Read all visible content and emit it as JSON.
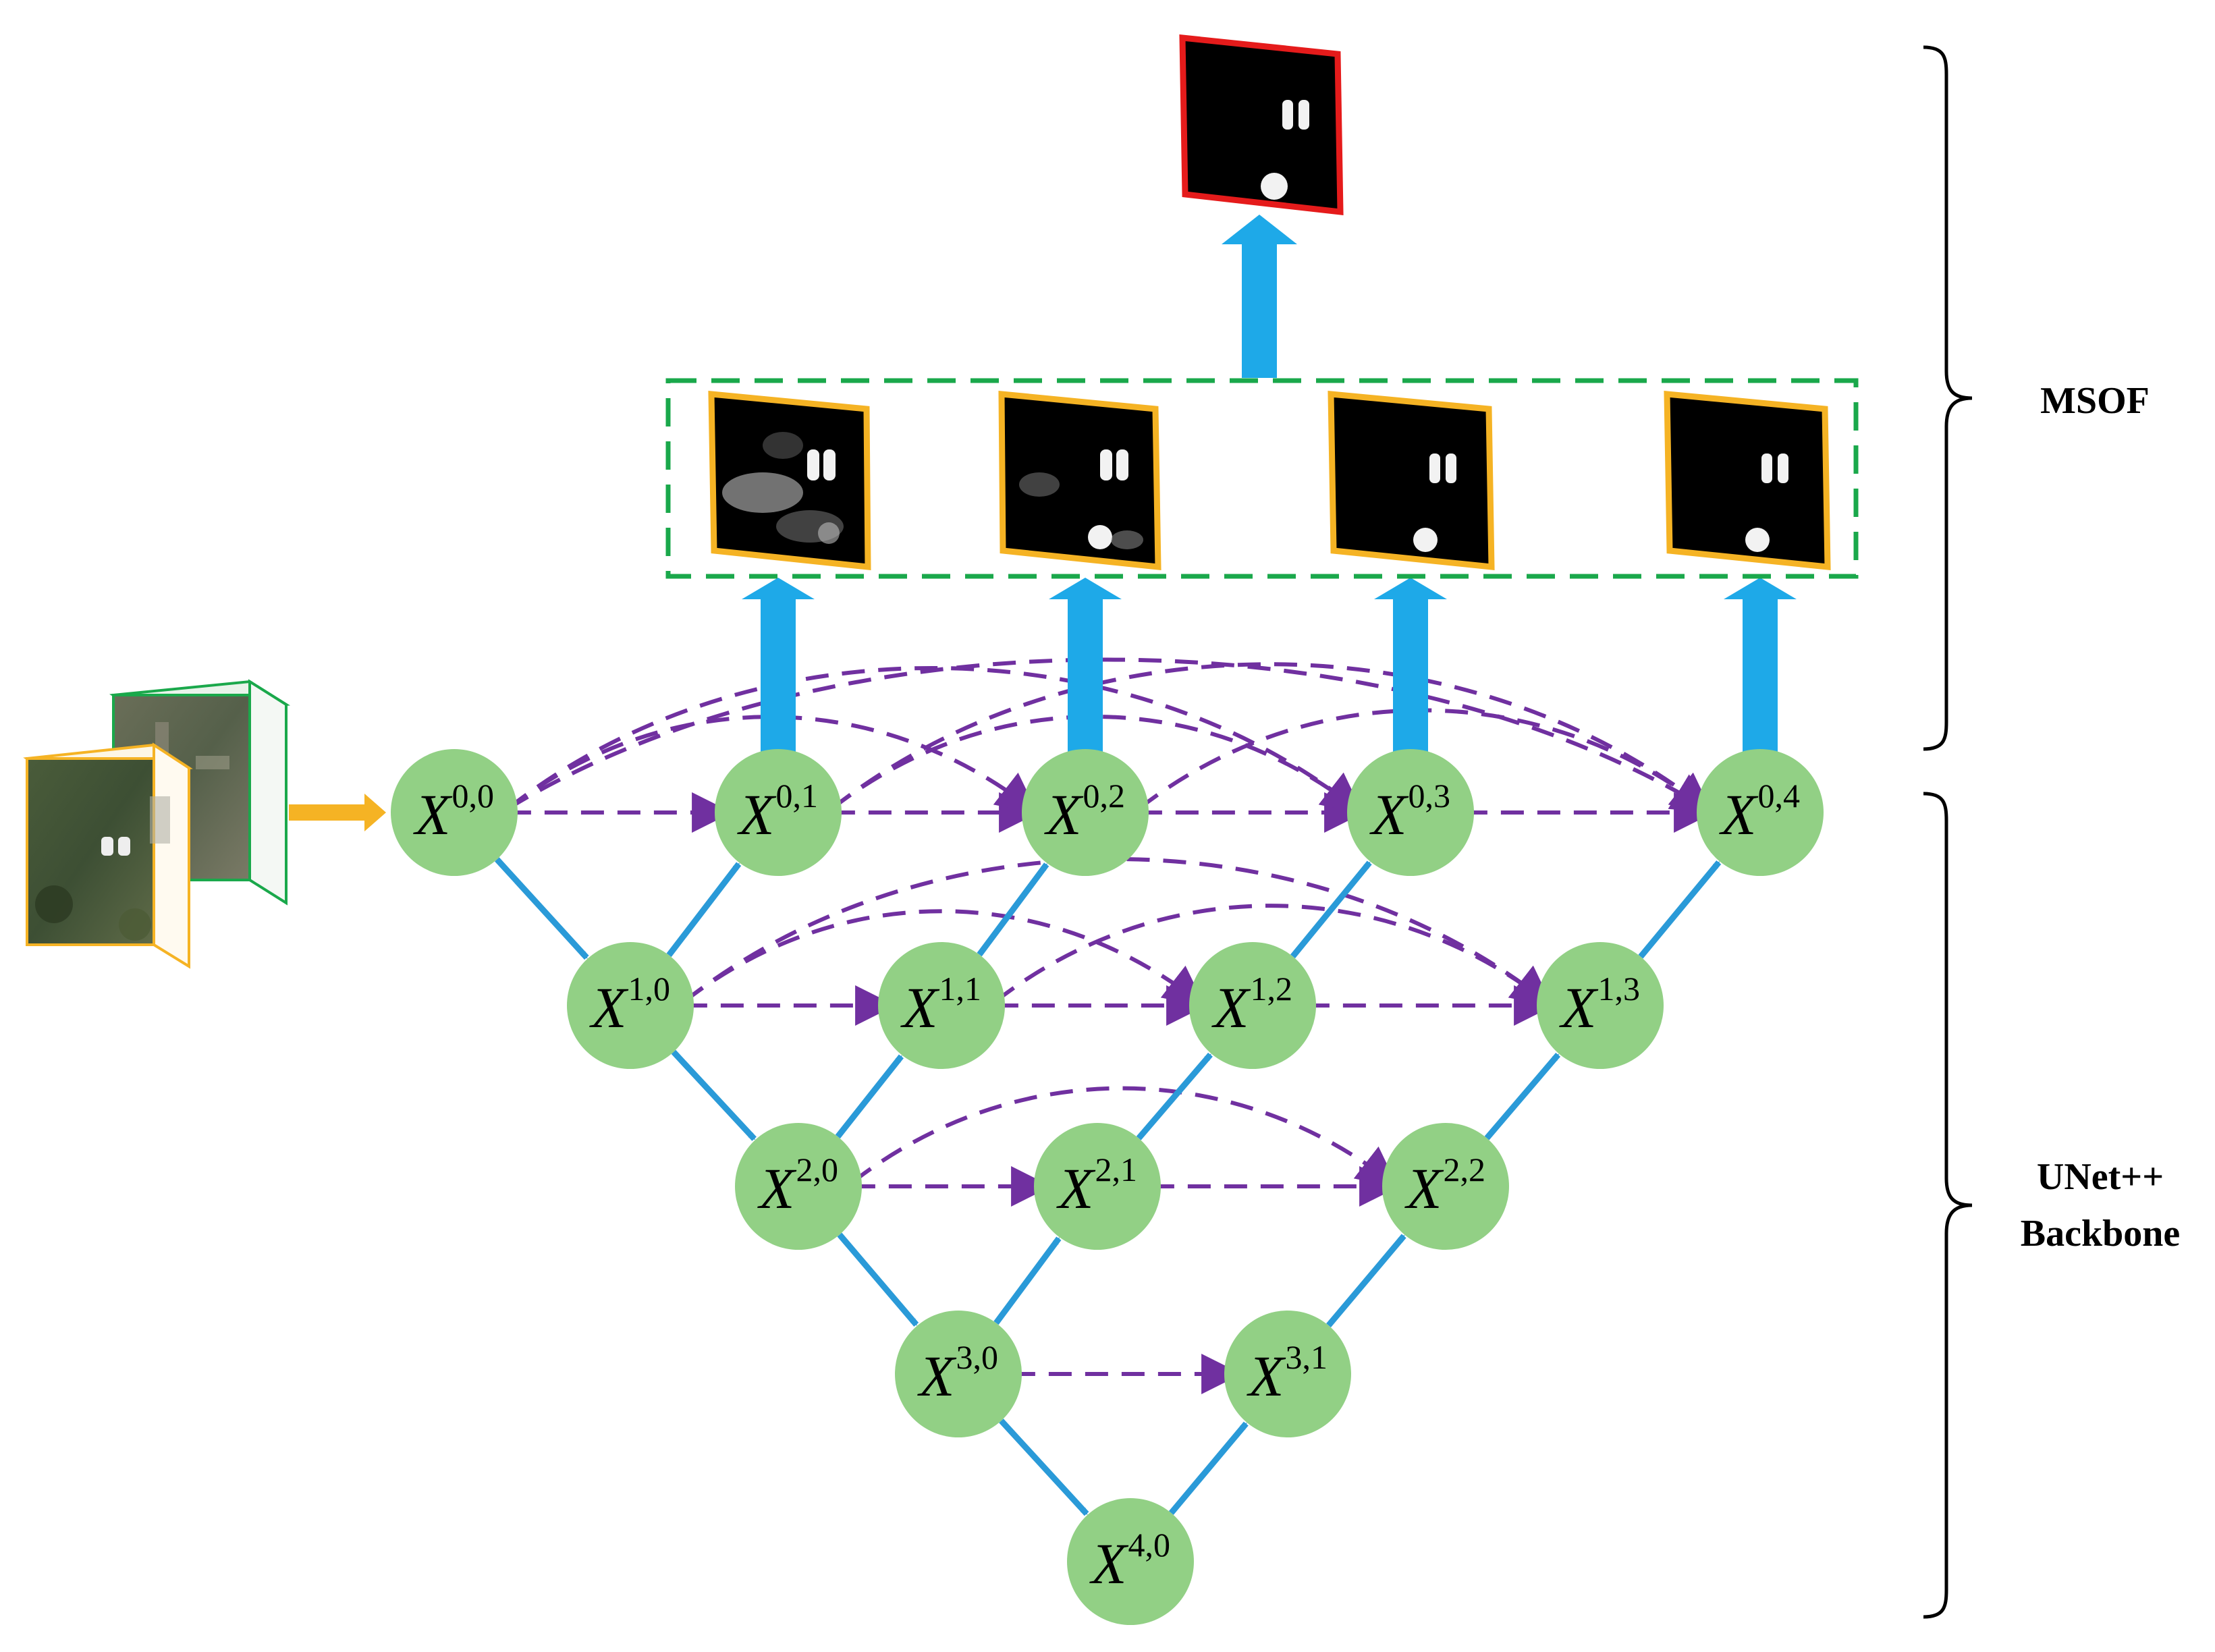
{
  "diagram": {
    "nodes": [
      {
        "id": "x00",
        "base": "X",
        "sup": "0,0"
      },
      {
        "id": "x01",
        "base": "X",
        "sup": "0,1"
      },
      {
        "id": "x02",
        "base": "X",
        "sup": "0,2"
      },
      {
        "id": "x03",
        "base": "X",
        "sup": "0,3"
      },
      {
        "id": "x04",
        "base": "X",
        "sup": "0,4"
      },
      {
        "id": "x10",
        "base": "X",
        "sup": "1,0"
      },
      {
        "id": "x11",
        "base": "X",
        "sup": "1,1"
      },
      {
        "id": "x12",
        "base": "X",
        "sup": "1,2"
      },
      {
        "id": "x13",
        "base": "X",
        "sup": "1,3"
      },
      {
        "id": "x20",
        "base": "X",
        "sup": "2,0"
      },
      {
        "id": "x21",
        "base": "X",
        "sup": "2,1"
      },
      {
        "id": "x22",
        "base": "X",
        "sup": "2,2"
      },
      {
        "id": "x30",
        "base": "X",
        "sup": "3,0"
      },
      {
        "id": "x31",
        "base": "X",
        "sup": "3,1"
      },
      {
        "id": "x40",
        "base": "X",
        "sup": "4,0"
      }
    ],
    "downsample_edges": [
      [
        "x00",
        "x10"
      ],
      [
        "x10",
        "x20"
      ],
      [
        "x20",
        "x30"
      ],
      [
        "x30",
        "x40"
      ]
    ],
    "upsample_edges": [
      [
        "x10",
        "x01"
      ],
      [
        "x20",
        "x11"
      ],
      [
        "x11",
        "x02"
      ],
      [
        "x30",
        "x21"
      ],
      [
        "x21",
        "x12"
      ],
      [
        "x12",
        "x03"
      ],
      [
        "x40",
        "x31"
      ],
      [
        "x31",
        "x22"
      ],
      [
        "x22",
        "x13"
      ],
      [
        "x13",
        "x04"
      ]
    ],
    "skip_edges": [
      [
        "x00",
        "x01"
      ],
      [
        "x01",
        "x02"
      ],
      [
        "x02",
        "x03"
      ],
      [
        "x03",
        "x04"
      ],
      [
        "x00",
        "x02"
      ],
      [
        "x00",
        "x03"
      ],
      [
        "x00",
        "x04"
      ],
      [
        "x01",
        "x03"
      ],
      [
        "x01",
        "x04"
      ],
      [
        "x02",
        "x04"
      ],
      [
        "x10",
        "x11"
      ],
      [
        "x11",
        "x12"
      ],
      [
        "x12",
        "x13"
      ],
      [
        "x10",
        "x12"
      ],
      [
        "x10",
        "x13"
      ],
      [
        "x11",
        "x13"
      ],
      [
        "x20",
        "x21"
      ],
      [
        "x21",
        "x22"
      ],
      [
        "x20",
        "x22"
      ],
      [
        "x30",
        "x31"
      ]
    ],
    "side_outputs": [
      "x01",
      "x02",
      "x03",
      "x04"
    ],
    "labels": {
      "msof": "MSOF",
      "backbone_line1": "UNet++",
      "backbone_line2": "Backbone"
    },
    "colors": {
      "node_fill": "#92d085",
      "down_up_arrow": "#2a9ad8",
      "skip_arrow": "#7030a0",
      "output_arrow": "#1ea9e8",
      "input_arrow": "#f5b324",
      "msof_box": "#1aa84b",
      "side_map_border": "#f5b324",
      "final_map_border": "#e51b1b",
      "image_t1_border": "#f5b324",
      "image_t2_border": "#1aa84b"
    }
  }
}
